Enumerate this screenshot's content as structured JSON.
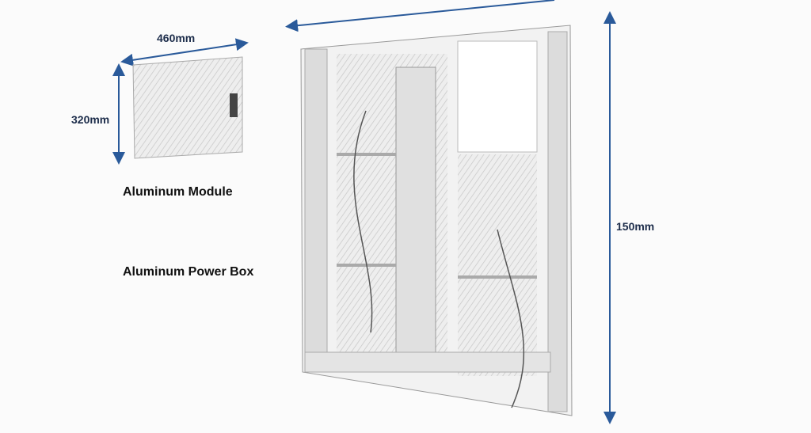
{
  "module": {
    "width": "460mm",
    "height": "320mm",
    "label": "Aluminum Module"
  },
  "power_box": {
    "label": "Aluminum Power Box"
  },
  "cabinet": {
    "height": "150mm"
  },
  "colors": {
    "dimension_line": "#2a5a9a",
    "frame": "#d8d8d8"
  }
}
